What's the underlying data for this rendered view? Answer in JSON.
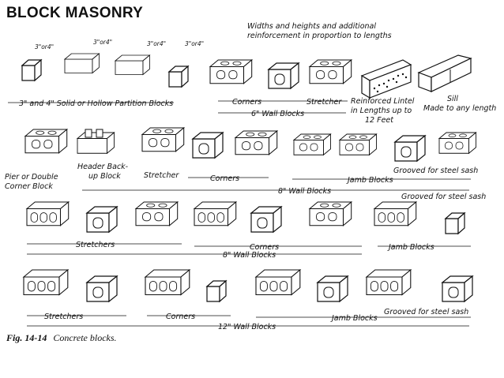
{
  "slide": {
    "title": "BLOCK MASONRY"
  },
  "caption": {
    "figure": "Fig. 14-14",
    "text": "Concrete blocks."
  },
  "notes": {
    "widths": "Widths and heights and additional",
    "reinforcement": "reinforcement in proportion to lengths"
  },
  "row1": {
    "partition": "3\" and 4\" Solid or Hollow Partition Blocks",
    "corners": "Corners",
    "stretcher": "Stretcher",
    "lintel_1": "Reinforced Lintel",
    "lintel_2": "in Lengths up to",
    "lintel_3": "12 Feet",
    "sill_1": "Sill",
    "sill_2": "Made to any length",
    "group": "6\" Wall Blocks",
    "dims": [
      "3\"or4\"",
      "3\"or4\"",
      "3\"or4\"",
      "3\"or4\""
    ]
  },
  "row2": {
    "pier_1": "Pier or Double",
    "pier_2": "Corner Block",
    "header_1": "Header Back-",
    "header_2": "up Block",
    "stretcher": "Stretcher",
    "corners": "Corners",
    "jamb": "Jamb Blocks",
    "grooved": "Grooved for steel sash",
    "group": "8\" Wall Blocks"
  },
  "row3": {
    "stretchers": "Stretchers",
    "corners": "Corners",
    "jamb": "Jamb Blocks",
    "grooved": "Grooved for steel sash",
    "group": "8\" Wall Blocks"
  },
  "row4": {
    "stretchers": "Stretchers",
    "corners": "Corners",
    "jamb": "Jamb Blocks",
    "grooved": "Grooved for steel sash",
    "group": "12\" Wall Blocks"
  }
}
